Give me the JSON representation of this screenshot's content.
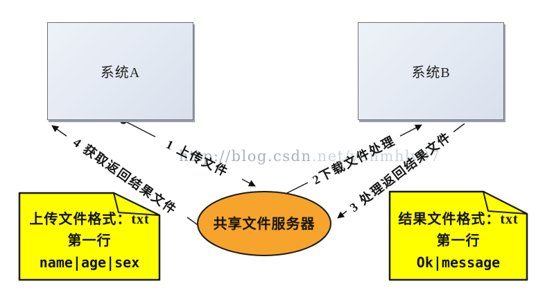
{
  "systems": {
    "a": {
      "label": "系统A"
    },
    "b": {
      "label": "系统B"
    }
  },
  "server": {
    "label": "共享文件服务器",
    "fill": "#F6A42B"
  },
  "flows": [
    {
      "step": 1,
      "label": "1 上传文件",
      "from": "system-a",
      "to": "server"
    },
    {
      "step": 2,
      "label": "2下载文件处理",
      "from": "server",
      "to": "system-b"
    },
    {
      "step": 3,
      "label": "3 处理返回结果文件",
      "from": "system-b",
      "to": "server"
    },
    {
      "step": 4,
      "label": "4 获取返回结果文件",
      "from": "server",
      "to": "system-a"
    }
  ],
  "notes": {
    "left": {
      "lines": [
        "上传文件格式：txt",
        "第一行",
        "name|age|sex"
      ],
      "fill": "#FFFF00"
    },
    "right": {
      "lines": [
        "结果文件格式：txt",
        "第一行",
        "Ok|message"
      ],
      "fill": "#FFFF00"
    }
  },
  "watermark": {
    "part1": "http://blog.csdn",
    "part2": ".net/yanmhlv97"
  },
  "colors": {
    "box_fill": "#E3E9F2",
    "box_border": "#6E6E6E",
    "ellipse_fill": "#F6A42B",
    "note_fill": "#FFFF00",
    "line": "#1C1C1C",
    "watermark": "#AAB4BA"
  }
}
